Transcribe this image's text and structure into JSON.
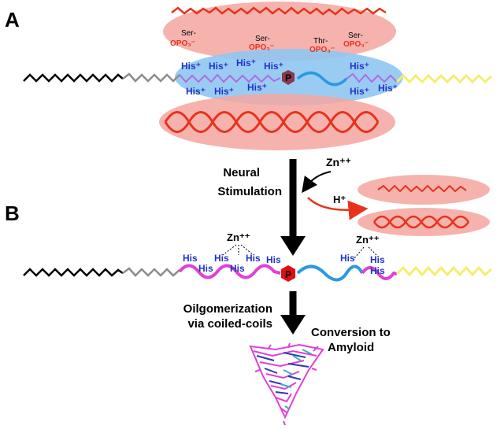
{
  "panels": {
    "a": "A",
    "b": "B"
  },
  "panel_a": {
    "phospho_labels": [
      {
        "residue": "Ser-",
        "group": "OPO₃⁻"
      },
      {
        "residue": "Ser-",
        "group": "OPO₃⁻"
      },
      {
        "residue": "Thr-",
        "group": "OPO₃⁻"
      },
      {
        "residue": "Ser-",
        "group": "OPO₃⁻"
      }
    ],
    "his_top": [
      "His⁺",
      "His⁺",
      "His⁺",
      "His⁺"
    ],
    "his_bottom": [
      "His⁺",
      "His⁺",
      "His⁺"
    ],
    "his_right_top": "His⁺",
    "his_right_row": [
      "His⁺",
      "His⁺"
    ],
    "p_label": "P"
  },
  "transition": {
    "stimulus_line1": "Neural",
    "stimulus_line2": "Stimulation",
    "zinc_label": "Zn⁺⁺",
    "proton_label": "H⁺"
  },
  "panel_b": {
    "zinc_left": "Zn⁺⁺",
    "zinc_right": "Zn⁺⁺",
    "his_left": [
      "His",
      "His",
      "His",
      "His",
      "His",
      "His"
    ],
    "his_right": [
      "His",
      "His",
      "His"
    ],
    "p_label": "P"
  },
  "bottom": {
    "oligo_line1": "Oilgomerization",
    "oligo_line2": "via coiled-coils",
    "amyloid_line1": "Conversion to",
    "amyloid_line2": "Amyloid"
  },
  "colors": {
    "black_chain": "#000000",
    "gray_chain": "#8c8c8c",
    "yellow_chain": "#f2ef6e",
    "red_chain": "#e8321c",
    "pink_ellipse": "#f4a6a0",
    "blue_ellipse": "#8fc6f2",
    "purple_chain": "#b06ae0",
    "magenta_chain": "#e040d8",
    "cyan_chain": "#2a9ae0",
    "his_text": "#1f35c8",
    "p_dark": "#8a3a4a",
    "p_red": "#e01010"
  },
  "icons": [
    "phosphate-marker-icon",
    "amyloid-fibril-icon",
    "down-arrow-icon"
  ]
}
